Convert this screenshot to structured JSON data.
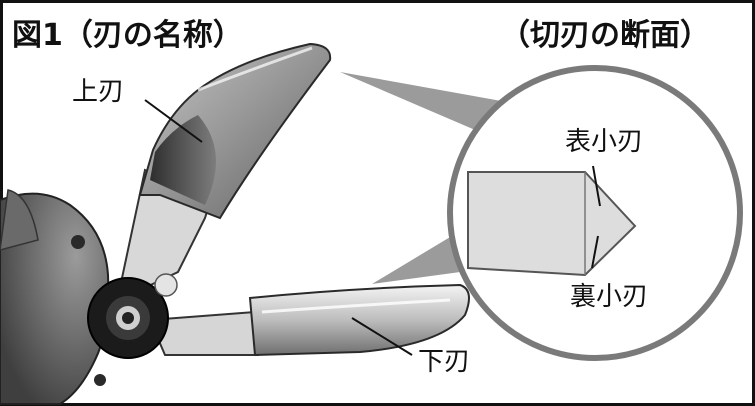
{
  "figure_title": "図1（刃の名称）",
  "section_title": "（切刃の断面）",
  "labels": {
    "upper_blade": "上刃",
    "lower_blade": "下刃",
    "front_small_edge": "表小刃",
    "back_small_edge": "裏小刃"
  }
}
